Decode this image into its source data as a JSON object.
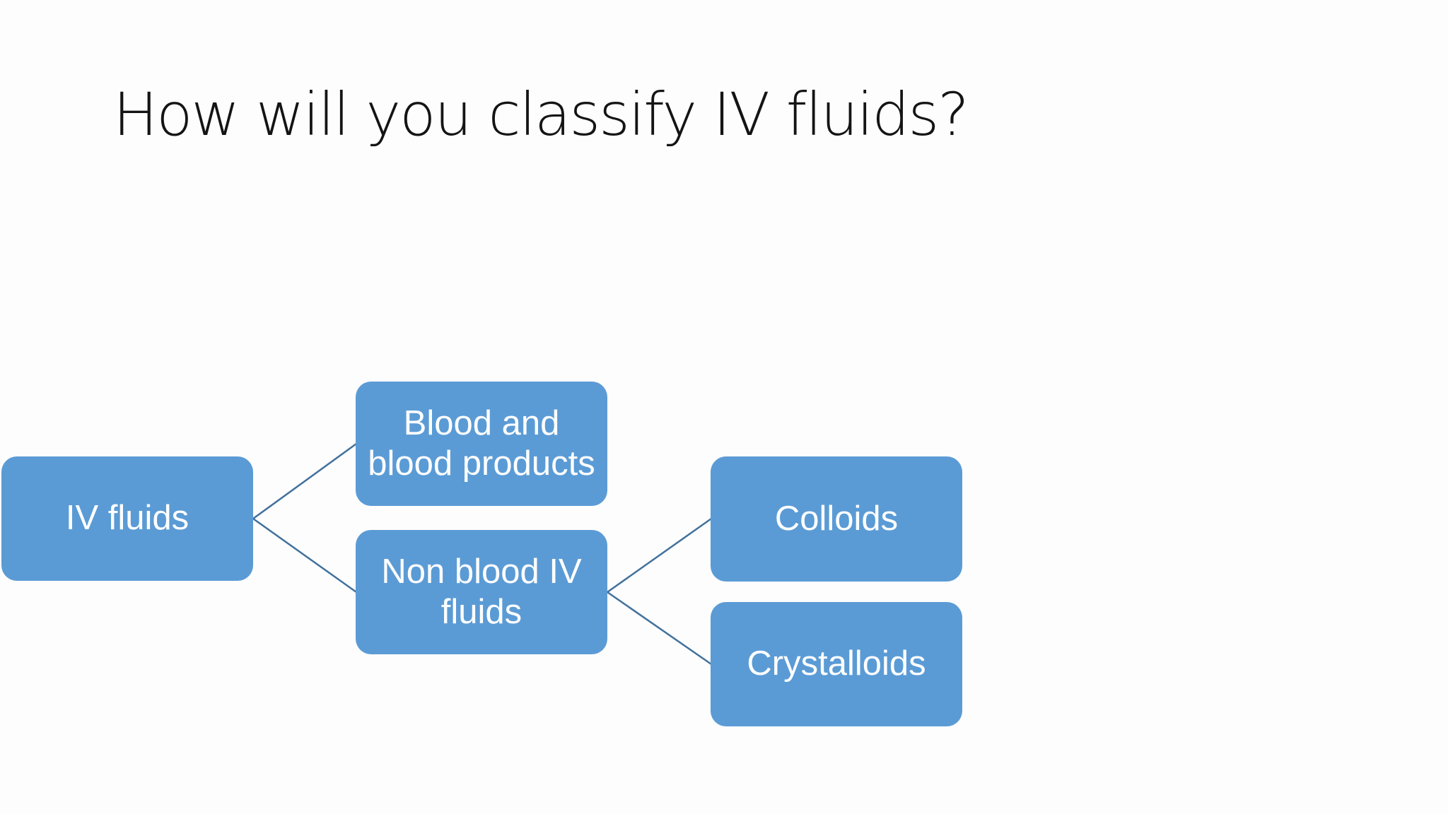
{
  "slide": {
    "title": "How will you classify IV fluids?",
    "background_color": "#fdfdfd"
  },
  "diagram": {
    "type": "hierarchy",
    "nodes": [
      {
        "id": "iv-fluids",
        "label": "IV fluids",
        "level": 1,
        "parent": null
      },
      {
        "id": "blood-and-blood-products",
        "label": "Blood and blood products",
        "level": 2,
        "parent": "iv-fluids"
      },
      {
        "id": "non-blood-iv-fluids",
        "label": "Non blood IV fluids",
        "level": 2,
        "parent": "iv-fluids"
      },
      {
        "id": "colloids",
        "label": "Colloids",
        "level": 3,
        "parent": "non-blood-iv-fluids"
      },
      {
        "id": "crystalloids",
        "label": "Crystalloids",
        "level": 3,
        "parent": "non-blood-iv-fluids"
      }
    ],
    "edges": [
      {
        "from": "iv-fluids",
        "to": "blood-and-blood-products"
      },
      {
        "from": "iv-fluids",
        "to": "non-blood-iv-fluids"
      },
      {
        "from": "non-blood-iv-fluids",
        "to": "colloids"
      },
      {
        "from": "non-blood-iv-fluids",
        "to": "crystalloids"
      }
    ]
  },
  "colors": {
    "node_fill": "#5b9bd5",
    "node_text": "#ffffff",
    "connector": "#41719c",
    "title_text": "#141414",
    "background": "#fdfdfd"
  }
}
